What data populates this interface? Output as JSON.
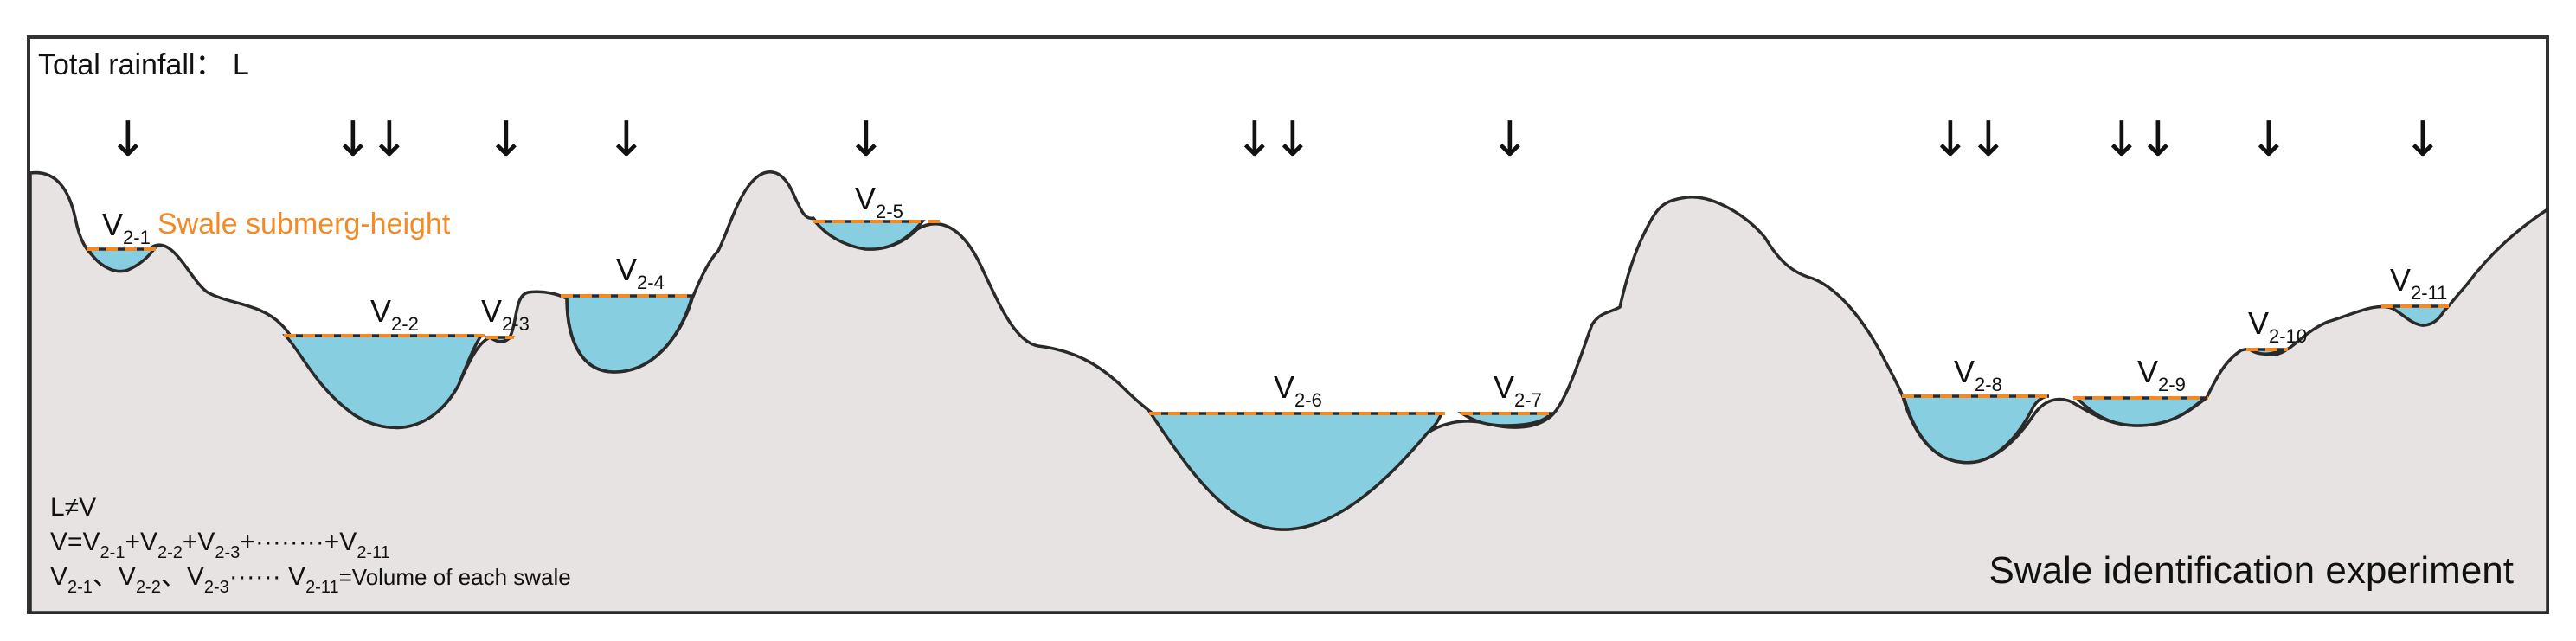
{
  "header": {
    "rainfall_label": "Total rainfall： L"
  },
  "legend": {
    "submerge_label": "Swale submerg-height",
    "submerge_color": "#f28a25"
  },
  "colors": {
    "water": "#87cfe0",
    "ground": "#e7e3e3",
    "outline": "#2a2a2a",
    "frame": "#333333"
  },
  "arrow_glyph": "↓",
  "swales": [
    {
      "name": "V",
      "sub": "2-1"
    },
    {
      "name": "V",
      "sub": "2-2"
    },
    {
      "name": "V",
      "sub": "2-3"
    },
    {
      "name": "V",
      "sub": "2-4"
    },
    {
      "name": "V",
      "sub": "2-5"
    },
    {
      "name": "V",
      "sub": "2-6"
    },
    {
      "name": "V",
      "sub": "2-7"
    },
    {
      "name": "V",
      "sub": "2-8"
    },
    {
      "name": "V",
      "sub": "2-9"
    },
    {
      "name": "V",
      "sub": "2-10"
    },
    {
      "name": "V",
      "sub": "2-11"
    }
  ],
  "formulas": {
    "line1": "L≠V",
    "line2_prefix": "V=V",
    "line2_sub1": "2-1",
    "line2_plus1": "+V",
    "line2_sub2": "2-2",
    "line2_plus2": "+V",
    "line2_sub3": "2-3",
    "line2_dots": "+········+V",
    "line2_sub4": "2-11",
    "line3_v1": "V",
    "line3_sub1": "2-1",
    "line3_sep1": "、V",
    "line3_sub2": "2-2",
    "line3_sep2": "、V",
    "line3_sub3": "2-3",
    "line3_dots": "······ V",
    "line3_sub4": "2-11",
    "line3_suffix": "=Volume of each swale"
  },
  "caption": "Swale identification experiment"
}
